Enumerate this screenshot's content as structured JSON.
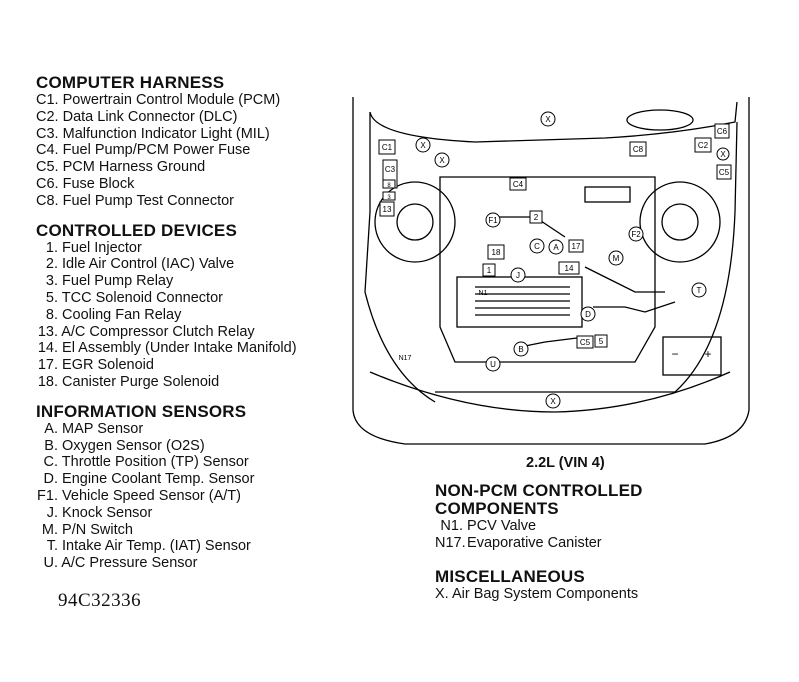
{
  "computer_harness": {
    "title": "COMPUTER HARNESS",
    "items": [
      {
        "code": "C1.",
        "label": "Powertrain Control Module (PCM)"
      },
      {
        "code": "C2.",
        "label": "Data Link Connector (DLC)"
      },
      {
        "code": "C3.",
        "label": "Malfunction Indicator Light (MIL)"
      },
      {
        "code": "C4.",
        "label": "Fuel Pump/PCM Power Fuse"
      },
      {
        "code": "C5.",
        "label": "PCM Harness Ground"
      },
      {
        "code": "C6.",
        "label": "Fuse Block"
      },
      {
        "code": "C8.",
        "label": "Fuel Pump Test Connector"
      }
    ]
  },
  "controlled_devices": {
    "title": "CONTROLLED DEVICES",
    "items": [
      {
        "code": "1.",
        "label": "Fuel Injector"
      },
      {
        "code": "2.",
        "label": "Idle Air Control (IAC) Valve"
      },
      {
        "code": "3.",
        "label": "Fuel Pump Relay"
      },
      {
        "code": "5.",
        "label": "TCC Solenoid Connector"
      },
      {
        "code": "8.",
        "label": "Cooling Fan Relay"
      },
      {
        "code": "13.",
        "label": "A/C Compressor Clutch Relay"
      },
      {
        "code": "14.",
        "label": "El Assembly (Under Intake Manifold)"
      },
      {
        "code": "17.",
        "label": "EGR Solenoid"
      },
      {
        "code": "18.",
        "label": "Canister Purge Solenoid"
      }
    ]
  },
  "information_sensors": {
    "title": "INFORMATION SENSORS",
    "items": [
      {
        "code": "A.",
        "label": "MAP Sensor"
      },
      {
        "code": "B.",
        "label": "Oxygen Sensor (O2S)"
      },
      {
        "code": "C.",
        "label": "Throttle Position (TP) Sensor"
      },
      {
        "code": "D.",
        "label": "Engine Coolant Temp. Sensor"
      },
      {
        "code": "F1.",
        "label": "Vehicle Speed Sensor (A/T)"
      },
      {
        "code": "J.",
        "label": "Knock Sensor"
      },
      {
        "code": "M.",
        "label": "P/N Switch"
      },
      {
        "code": "T.",
        "label": "Intake Air Temp. (IAT) Sensor"
      },
      {
        "code": "U.",
        "label": "A/C Pressure Sensor"
      }
    ]
  },
  "figure_id": "94C32336",
  "engine_label": "2.2L (VIN 4)",
  "non_pcm": {
    "title_line1": "NON-PCM CONTROLLED",
    "title_line2": "COMPONENTS",
    "items": [
      {
        "code": "N1.",
        "label": "PCV Valve"
      },
      {
        "code": "N17.",
        "label": "Evaporative Canister"
      }
    ]
  },
  "miscellaneous": {
    "title": "MISCELLANEOUS",
    "items": [
      {
        "code": "X.",
        "label": "Air Bag System Components"
      }
    ]
  },
  "diagram_labels": {
    "c1": "C1",
    "c2": "C2",
    "c3": "C3",
    "c4": "C4",
    "c5": "C5",
    "c6": "C6",
    "c8": "C8",
    "d1": "1",
    "d2": "2",
    "d3": "3",
    "d5": "5",
    "d8": "8",
    "d13": "13",
    "d14": "14",
    "d17": "17",
    "d18": "18",
    "sA": "A",
    "sB": "B",
    "sC": "C",
    "sD": "D",
    "sF1": "F1",
    "sF2": "F2",
    "sJ": "J",
    "sM": "M",
    "sT": "T",
    "sU": "U",
    "n1": "N1",
    "n17": "N17",
    "x": "X",
    "batt_neg": "−",
    "batt_pos": "+"
  }
}
